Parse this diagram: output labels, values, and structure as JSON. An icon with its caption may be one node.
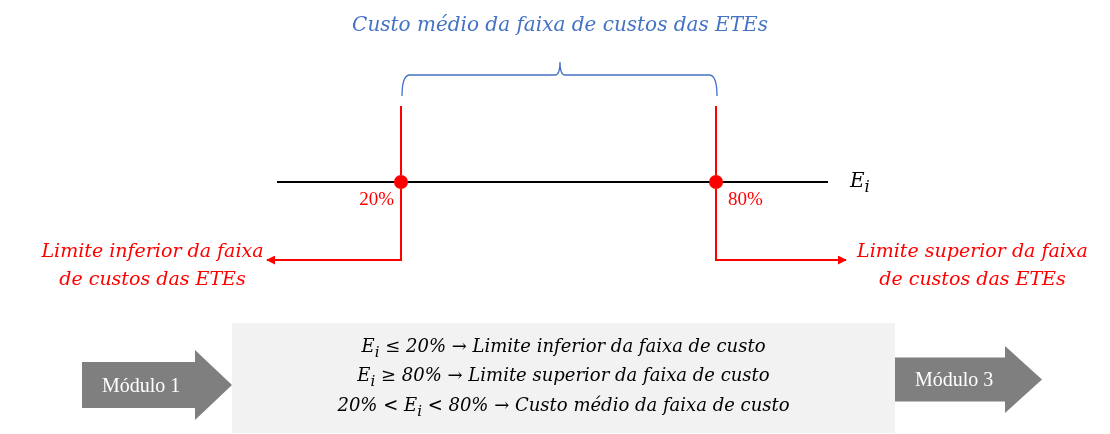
{
  "diagram": {
    "nodes": [
      {
        "text": [],
        "shape": "circle"
      },
      {
        "text": [],
        "shape": "circle"
      },
      {
        "text": [
          "Limite inferior da faixa de custos das ETEs"
        ]
      },
      {
        "text": [
          "Limite superior da faixa de custos das ETEs"
        ]
      },
      {
        "text": [
          "Módulo 1"
        ]
      },
      {
        "text": [
          "E$_{i}$ ≤ 20% → Limite inferior da faixa de custo",
          "E$_{i}$ ≥ 80% → Limite superior da faixa de custo",
          "20% < E$_{i}$ < 80% → Custo médio da faixa de custo"
        ]
      },
      {
        "text": [
          "Módulo 3"
        ]
      }
    ],
    "edges": [
      {
        "from": 0,
        "to": 2,
        "arrow": "to"
      },
      {
        "from": 1,
        "to": 3,
        "arrow": "to"
      }
    ],
    "labels": [
      "Custo médio da faixa de custos das ETEs",
      "E$_{i}$",
      "20%",
      "80%"
    ]
  }
}
